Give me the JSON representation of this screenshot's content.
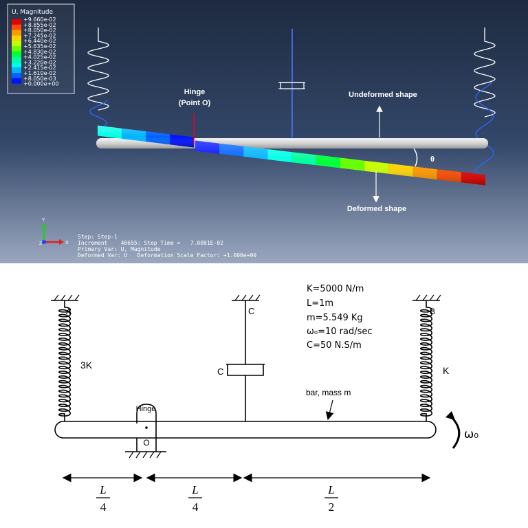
{
  "fea": {
    "legend": {
      "title": "U, Magnitude",
      "values": [
        "+9.660e-02",
        "+8.855e-02",
        "+8.050e-02",
        "+7.245e-02",
        "+6.440e-02",
        "+5.635e-02",
        "+4.830e-02",
        "+4.025e-02",
        "+3.220e-02",
        "+2.415e-02",
        "+1.610e-02",
        "+8.050e-03",
        "+0.000e+00"
      ],
      "colors": [
        "#e60000",
        "#ff4d00",
        "#ff9900",
        "#ffd400",
        "#c8ff00",
        "#66ff00",
        "#00ff3a",
        "#00ff9e",
        "#00ffe6",
        "#00b4ff",
        "#0063ff",
        "#0011ff"
      ]
    },
    "hinge_label": "Hinge",
    "point_label": "(Point O)",
    "undeformed_label": "Undeformed shape",
    "deformed_label": "Deformed shape",
    "theta_label": "θ",
    "triad": {
      "y": "Y",
      "x": "X",
      "z": "Z"
    },
    "status": {
      "line1": "Step: Step-1",
      "line2": "Increment    40655: Step Time =   7.0001E-02",
      "line3": "Primary Var: U, Magnitude",
      "line4": "Deformed Var: U   Deformation Scale Factor: +1.000e+00"
    },
    "bar_colors": [
      "#0011ff",
      "#0063ff",
      "#00b4ff",
      "#00ffe6",
      "#00ff9e",
      "#00ff3a",
      "#66ff00",
      "#c8ff00",
      "#ffd400",
      "#ff9900",
      "#ff4d00",
      "#e60000"
    ],
    "left_colors": [
      "#00ffe6",
      "#00b4ff",
      "#0063ff",
      "#0011ff"
    ]
  },
  "schematic": {
    "support_a": "A",
    "support_b": "B",
    "support_c": "C",
    "damper_label": "C",
    "spring_left_label": "3K",
    "spring_right_label": "K",
    "hinge_label": "Hinge",
    "pivot_label": "O",
    "bar_label": "bar, mass m",
    "omega_label": "ω₀",
    "params": [
      "K=5000 N/m",
      "L=1m",
      "m=5.549 Kg",
      "ω₀=10 rad/sec",
      "C=50 N.S/m"
    ],
    "dims": [
      {
        "num": "L",
        "den": "4"
      },
      {
        "num": "L",
        "den": "4"
      },
      {
        "num": "L",
        "den": "2"
      }
    ]
  }
}
